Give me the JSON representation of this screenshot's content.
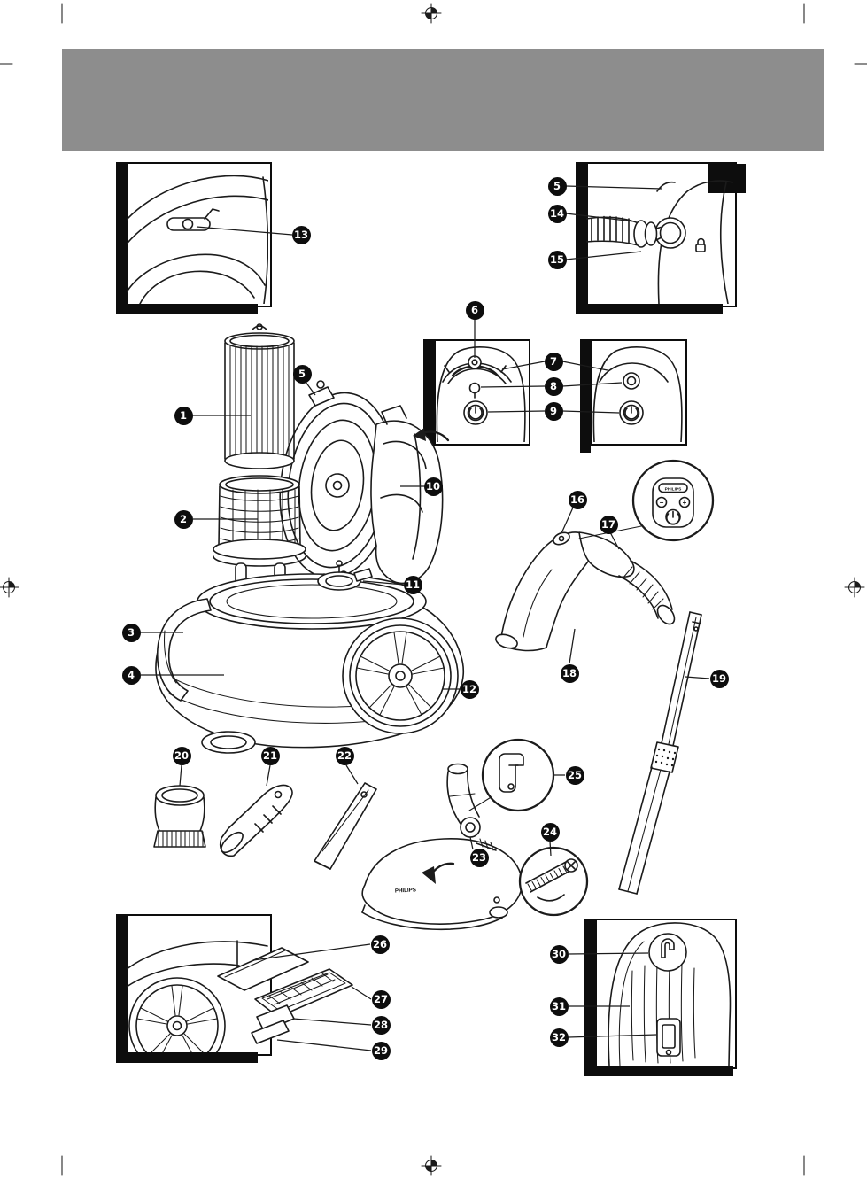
{
  "colors": {
    "paper": "#ffffff",
    "banner": "#8d8d8d",
    "line": "#1b1b1b",
    "frame": "#0d0d0d",
    "badge_bg": "#0d0d0d",
    "badge_text": "#ffffff"
  },
  "labels": {
    "remote_brand": "PHILIPS",
    "nozzle_brand": "PHILIPS",
    "remote_minus": "−",
    "remote_plus": "+"
  },
  "callouts": [
    {
      "label": "1"
    },
    {
      "label": "2"
    },
    {
      "label": "3"
    },
    {
      "label": "4"
    },
    {
      "label": "5"
    },
    {
      "label": "5"
    },
    {
      "label": "6"
    },
    {
      "label": "7"
    },
    {
      "label": "8"
    },
    {
      "label": "9"
    },
    {
      "label": "10"
    },
    {
      "label": "11"
    },
    {
      "label": "12"
    },
    {
      "label": "13"
    },
    {
      "label": "14"
    },
    {
      "label": "15"
    },
    {
      "label": "16"
    },
    {
      "label": "17"
    },
    {
      "label": "18"
    },
    {
      "label": "19"
    },
    {
      "label": "20"
    },
    {
      "label": "21"
    },
    {
      "label": "22"
    },
    {
      "label": "23"
    },
    {
      "label": "24"
    },
    {
      "label": "25"
    },
    {
      "label": "26"
    },
    {
      "label": "27"
    },
    {
      "label": "28"
    },
    {
      "label": "29"
    },
    {
      "label": "30"
    },
    {
      "label": "31"
    },
    {
      "label": "32"
    }
  ]
}
